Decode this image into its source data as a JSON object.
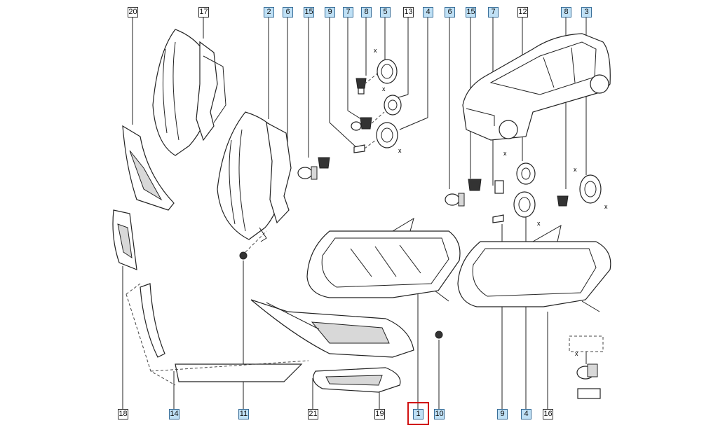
{
  "callouts_top": [
    {
      "id": "c20",
      "label": "20",
      "style": "plain"
    },
    {
      "id": "c17",
      "label": "17",
      "style": "plain"
    },
    {
      "id": "c2",
      "label": "2",
      "style": "blue"
    },
    {
      "id": "c6a",
      "label": "6",
      "style": "blue"
    },
    {
      "id": "c15a",
      "label": "15",
      "style": "blue"
    },
    {
      "id": "c9a",
      "label": "9",
      "style": "blue"
    },
    {
      "id": "c7a",
      "label": "7",
      "style": "blue"
    },
    {
      "id": "c8a",
      "label": "8",
      "style": "blue"
    },
    {
      "id": "c5",
      "label": "5",
      "style": "blue"
    },
    {
      "id": "c13",
      "label": "13",
      "style": "plain"
    },
    {
      "id": "c4a",
      "label": "4",
      "style": "blue"
    },
    {
      "id": "c6b",
      "label": "6",
      "style": "blue"
    },
    {
      "id": "c15b",
      "label": "15",
      "style": "blue"
    },
    {
      "id": "c7b",
      "label": "7",
      "style": "blue"
    },
    {
      "id": "c12",
      "label": "12",
      "style": "plain"
    },
    {
      "id": "c8b",
      "label": "8",
      "style": "blue"
    },
    {
      "id": "c3",
      "label": "3",
      "style": "blue"
    }
  ],
  "callouts_bottom": [
    {
      "id": "c18",
      "label": "18",
      "style": "plain"
    },
    {
      "id": "c14",
      "label": "14",
      "style": "blue"
    },
    {
      "id": "c11",
      "label": "11",
      "style": "blue"
    },
    {
      "id": "c21",
      "label": "21",
      "style": "plain"
    },
    {
      "id": "c19",
      "label": "19",
      "style": "plain"
    },
    {
      "id": "c1",
      "label": "1",
      "style": "blue"
    },
    {
      "id": "c10",
      "label": "10",
      "style": "blue"
    },
    {
      "id": "c9b",
      "label": "9",
      "style": "blue"
    },
    {
      "id": "c4b",
      "label": "4",
      "style": "blue"
    },
    {
      "id": "c16",
      "label": "16",
      "style": "plain"
    }
  ],
  "selected_callout": "c1",
  "cap_labels": [
    "x",
    "x",
    "x",
    "x",
    "x",
    "x",
    "x",
    "x"
  ],
  "colors": {
    "highlight": "#d01010",
    "callout_blue": "#bfe0f5",
    "line": "#222222"
  }
}
